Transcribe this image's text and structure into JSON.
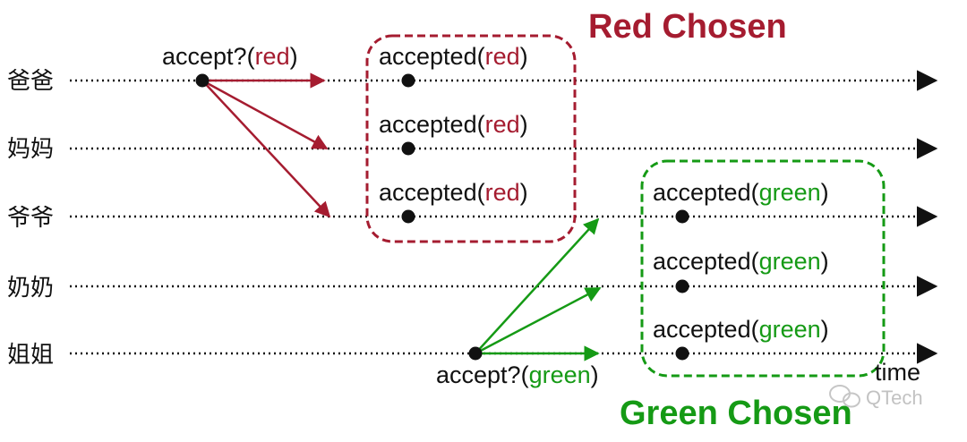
{
  "colors": {
    "red": "#a51c30",
    "green": "#159a15",
    "line": "#111111"
  },
  "lanes": [
    "爸爸",
    "妈妈",
    "爷爷",
    "奶奶",
    "姐姐"
  ],
  "axis_label": "time",
  "proposals": [
    {
      "prefix": "accept?(",
      "value": "red",
      "suffix": ")",
      "color": "red"
    },
    {
      "prefix": "accept?(",
      "value": "green",
      "suffix": ")",
      "color": "green"
    }
  ],
  "accepted": {
    "prefix": "accepted(",
    "suffix": ")",
    "red_value": "red",
    "green_value": "green"
  },
  "titles": {
    "red": "Red Chosen",
    "green": "Green Chosen"
  },
  "watermark": "QTech"
}
